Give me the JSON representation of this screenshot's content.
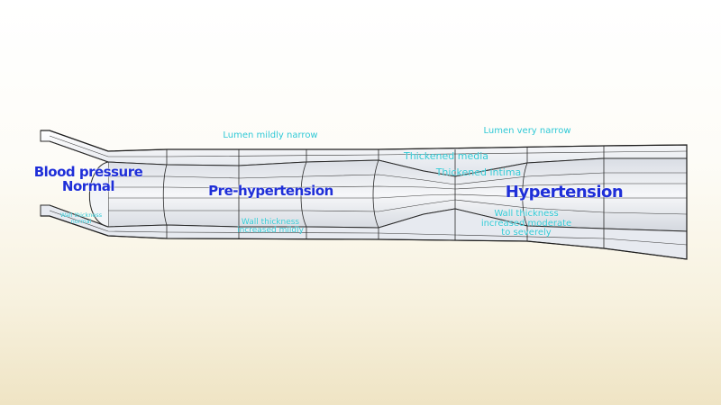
{
  "stages": {
    "normal": [
      "Blood pressure",
      "Normal"
    ],
    "pre": "Pre-hypertension",
    "hyper": "Hypertension"
  },
  "annotations": {
    "lumen_mild": "Lumen mildly narrow",
    "lumen_very": "Lumen very narrow",
    "thickened_media": "Thickened media",
    "thickened_intima": "Thickened intima",
    "wall_normal": [
      "Wall thickness",
      "normal"
    ],
    "wall_mild": [
      "Wall thickness",
      "increased mildly"
    ],
    "wall_severe": [
      "Wall thickness",
      "increased moderate",
      "to severely"
    ]
  },
  "colors": {
    "stage_label": "#1f2fd8",
    "annotation": "#2fc8d4",
    "vessel_fill": "#f4f6f9",
    "vessel_line": "#2a2a2a"
  }
}
